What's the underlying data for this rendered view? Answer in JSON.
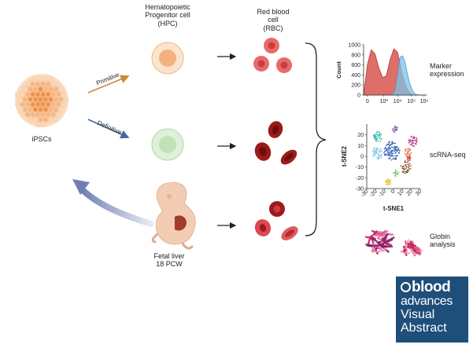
{
  "labels": {
    "hpc": [
      "Hematopoietic",
      "Progenitor cell",
      "(HPC)"
    ],
    "rbc": [
      "Red blood",
      "cell",
      "(RBC)"
    ],
    "ipsc": "iPSCs",
    "primitive": "Primitive",
    "definitive": "Definitive",
    "fetal": [
      "Fetal liver",
      "18 PCW"
    ],
    "marker": [
      "Marker",
      "expression"
    ],
    "scrna": "scRNA-seq",
    "globin": [
      "Globin",
      "analysis"
    ]
  },
  "logo": {
    "line1": "blood",
    "line2": "advances",
    "line3": "Visual",
    "line4": "Abstract"
  },
  "colors": {
    "red_series": "#d9534f",
    "blue_series": "#7ec3e6",
    "hpc_primitive": "#f6c79d",
    "hpc_definitive": "#c6e6c0",
    "rbc_primitive": "#e96a6a",
    "rbc_definitive": "#9e1a1a",
    "logo_bg": "#1e4e7a"
  },
  "chart_data": [
    {
      "type": "area",
      "ylabel": "Count",
      "y_ticks": [
        "1000",
        "800",
        "600",
        "400",
        "200",
        "0"
      ],
      "x_ticks": [
        "0",
        "10³",
        "10⁴",
        "10⁵",
        "10⁶"
      ],
      "ylim": [
        0,
        1000
      ],
      "x_scale": "log-like",
      "series": [
        {
          "x": [
            0,
            0.3,
            0.6,
            0.9,
            1.2,
            1.5,
            1.8,
            2.1,
            2.4,
            2.7,
            3.0,
            3.2,
            3.4,
            3.6,
            3.8,
            4.0,
            4.3,
            4.6,
            5.0
          ],
          "y": [
            0,
            600,
            900,
            820,
            550,
            350,
            380,
            700,
            920,
            850,
            500,
            300,
            150,
            60,
            20,
            5,
            0,
            0,
            0
          ]
        },
        {
          "x": [
            0,
            0.5,
            1.0,
            1.5,
            2.0,
            2.3,
            2.5,
            2.7,
            2.9,
            3.1,
            3.3,
            3.5,
            3.7,
            3.9,
            4.1,
            4.3,
            4.6,
            5.0
          ],
          "y": [
            0,
            0,
            0,
            0,
            0,
            20,
            100,
            400,
            750,
            780,
            650,
            400,
            200,
            80,
            20,
            5,
            0,
            0
          ]
        }
      ]
    },
    {
      "type": "scatter",
      "xlabel": "t-SNE1",
      "ylabel": "t-SNE2",
      "x_ticks": [
        "-30",
        "-20",
        "-10",
        "0",
        "10",
        "20",
        "30"
      ],
      "y_ticks": [
        "20",
        "10",
        "0",
        "-10",
        "-20",
        "-30"
      ],
      "xlim": [
        -30,
        30
      ],
      "ylim": [
        -30,
        30
      ],
      "clusters": [
        {
          "color": "#3cb8a6",
          "cx": -18,
          "cy": 18,
          "r": 5,
          "n": 40
        },
        {
          "color": "#8b6bb5",
          "cx": 2,
          "cy": 25,
          "r": 3,
          "n": 22
        },
        {
          "color": "#c34fa3",
          "cx": 22,
          "cy": 14,
          "r": 5,
          "n": 45
        },
        {
          "color": "#8fc7ea",
          "cx": -18,
          "cy": 3,
          "r": 6,
          "n": 50
        },
        {
          "color": "#3f6dba",
          "cx": -2,
          "cy": 5,
          "r": 9,
          "n": 120
        },
        {
          "color": "#f0856a",
          "cx": 16,
          "cy": 4,
          "r": 4,
          "n": 30
        },
        {
          "color": "#d84b3c",
          "cx": 18,
          "cy": -2,
          "r": 3,
          "n": 18
        },
        {
          "color": "#8a5a3b",
          "cx": 14,
          "cy": -10,
          "r": 6,
          "n": 40
        },
        {
          "color": "#6fc06a",
          "cx": 3,
          "cy": -16,
          "r": 3,
          "n": 15
        },
        {
          "color": "#e8c93c",
          "cx": -6,
          "cy": -24,
          "r": 3,
          "n": 28
        }
      ]
    }
  ]
}
